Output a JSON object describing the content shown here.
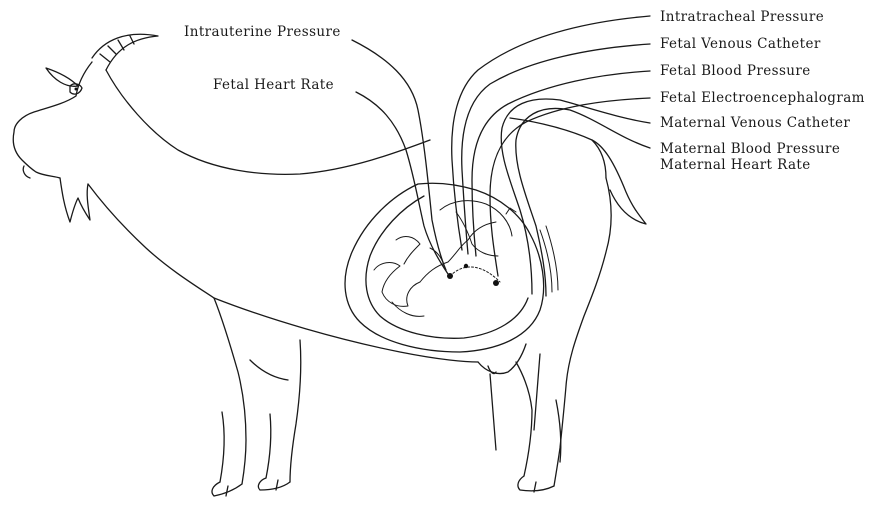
{
  "labels": {
    "intrauterine_pressure": "Intrauterine Pressure",
    "fetal_heart_rate": "Fetal Heart Rate",
    "intratracheal_pressure": "Intratracheal Pressure",
    "fetal_venous_catheter": "Fetal Venous Catheter",
    "fetal_blood_pressure": "Fetal Blood Pressure",
    "fetal_electroencephalogram": "Fetal Electroencephalogram",
    "maternal_venous_catheter": "Maternal Venous Catheter",
    "maternal_blood_pressure": "Maternal Blood Pressure",
    "maternal_heart_rate": "Maternal Heart Rate"
  },
  "colors": {
    "ink": "#1a1a1a",
    "background": "#ffffff"
  }
}
